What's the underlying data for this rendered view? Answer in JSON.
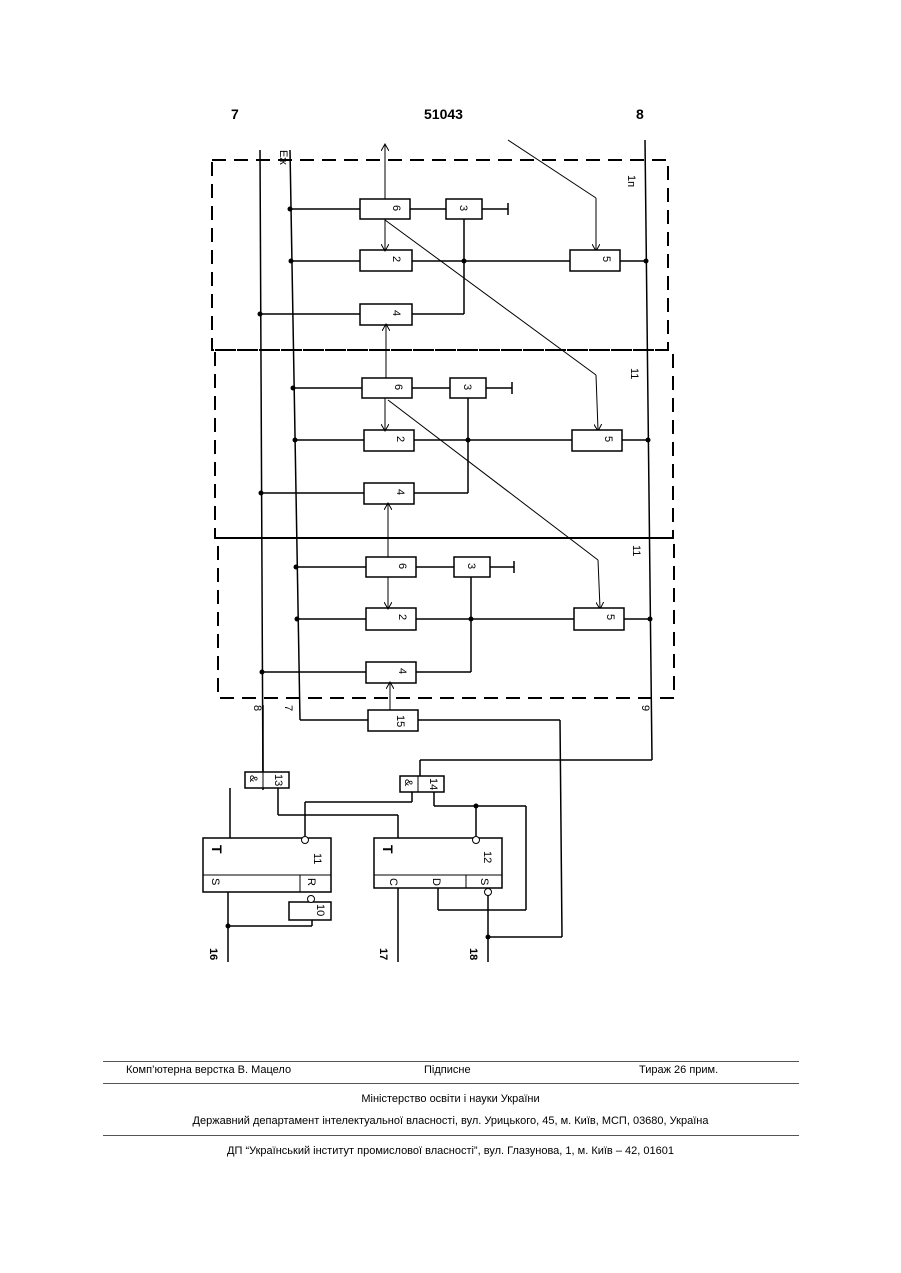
{
  "header": {
    "left_page": "7",
    "patent_number": "51043",
    "right_page": "8"
  },
  "diagram": {
    "label_e": "Еж",
    "section_labels": [
      "1п",
      "11",
      "11"
    ],
    "block_numbers": {
      "b2": "2",
      "b3": "3",
      "b4": "4",
      "b5": "5",
      "b6": "6"
    },
    "gate13_symbol": "&",
    "gate13_number": "13",
    "gate14_symbol": "&",
    "gate14_number": "14",
    "block15": "15",
    "block10": "10",
    "trig11": {
      "t": "T",
      "s": "S",
      "r": "R",
      "num": "11"
    },
    "trig12": {
      "t": "T",
      "c": "C",
      "d": "D",
      "s": "S",
      "num": "12"
    },
    "bus_labels": {
      "b8": "8",
      "b7": "7",
      "b9": "9"
    },
    "input_labels": {
      "i16": "16",
      "i17": "17",
      "i18": "18"
    }
  },
  "footer": {
    "typesetting": "Комп’ютерна верстка В. Мацело",
    "signed": "Підписне",
    "circulation": "Тираж 26 прим.",
    "ministry": "Міністерство освіти і науки України",
    "department": "Державний департамент інтелектуальної власності, вул. Урицького, 45, м. Київ, МСП, 03680, Україна",
    "institute": "ДП “Український інститут промислової власності”, вул. Глазунова, 1, м. Київ – 42, 01601"
  }
}
